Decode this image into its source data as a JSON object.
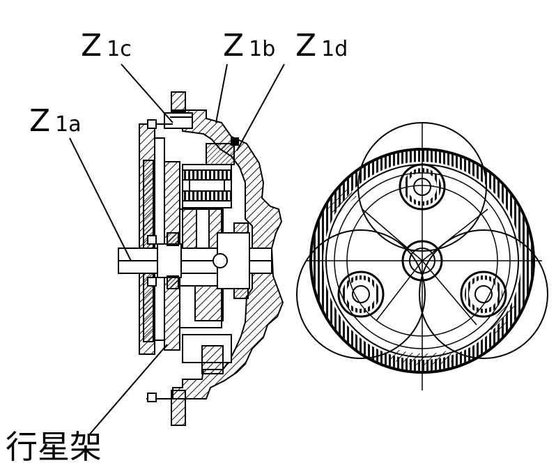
{
  "labels": {
    "z1c": {
      "main": "Z",
      "sub": "1c"
    },
    "z1b": {
      "main": "Z",
      "sub": "1b"
    },
    "z1d": {
      "main": "Z",
      "sub": "1d"
    },
    "z1a": {
      "main": "Z",
      "sub": "1a"
    },
    "planet_carrier": "行星架"
  },
  "colors": {
    "line": "#000000",
    "background": "#ffffff",
    "hatch": "#222222"
  }
}
